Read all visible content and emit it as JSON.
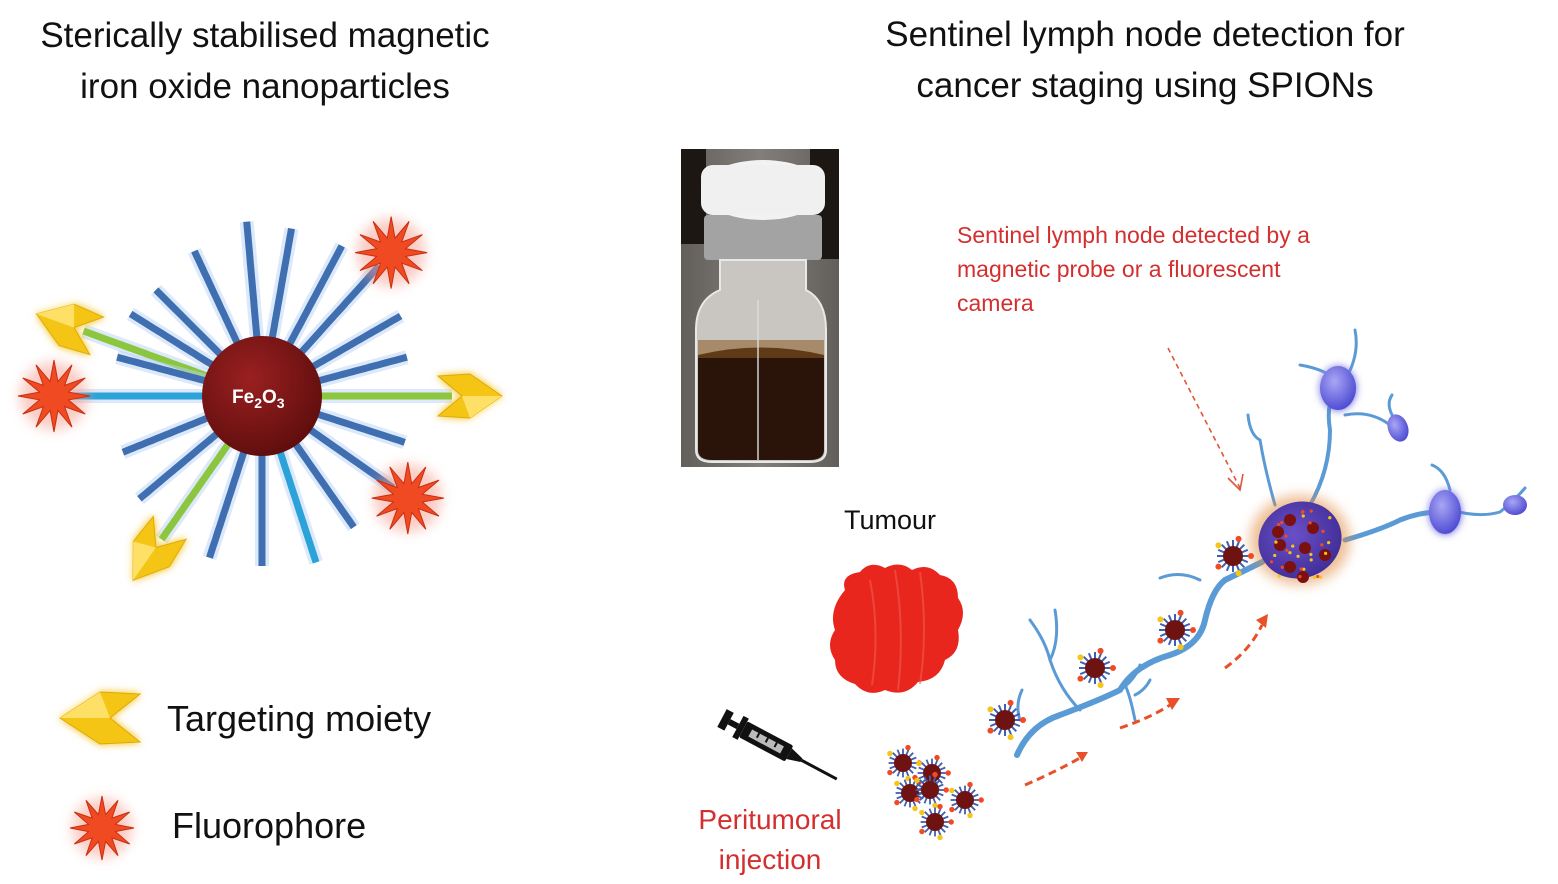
{
  "left_panel": {
    "title": "Sterically stabilised magnetic iron oxide nanoparticles",
    "core_label": "Fe",
    "core_sub1": "2",
    "core_mid": "O",
    "core_sub2": "3",
    "legend": [
      {
        "icon": "targeting-moiety-icon",
        "label": "Targeting moiety"
      },
      {
        "icon": "fluorophore-icon",
        "label": "Fluorophore"
      }
    ]
  },
  "right_panel": {
    "title": "Sentinel lymph node detection for cancer staging using SPIONs",
    "detection_note": "Sentinel lymph node detected by a magnetic probe or a fluorescent camera",
    "tumour_label": "Tumour",
    "injection_label": "Peritumoral injection"
  },
  "colors": {
    "core": "#7a1515",
    "polymer_blue": "#3f6fb0",
    "polymer_cyan": "#2ba3d9",
    "polymer_green": "#8cc63f",
    "targeting": "#f5c518",
    "fluorophore": "#f04a23",
    "tumour": "#e8261e",
    "vessel": "#5b9bd5",
    "node": "#5b3fb5",
    "accent_red": "#d32f2f"
  }
}
